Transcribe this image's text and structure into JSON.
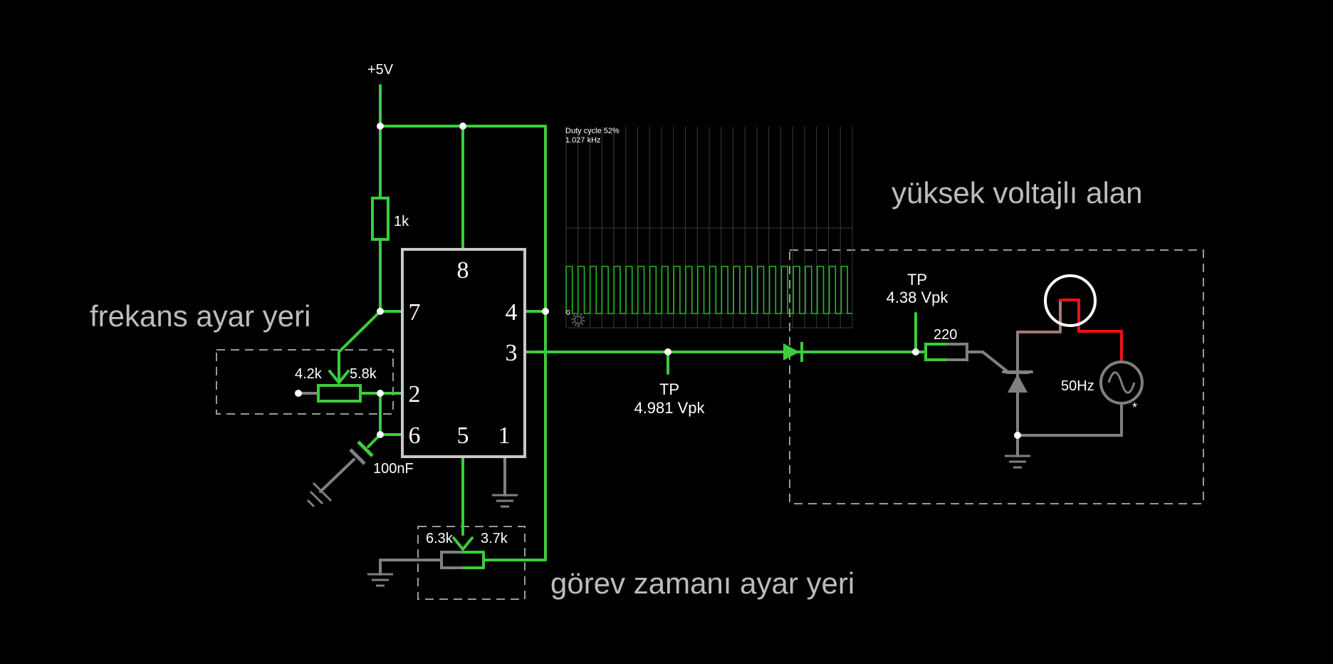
{
  "colors": {
    "background": "#000000",
    "wire_active": "#3ccc3c",
    "wire_idle": "#808080",
    "wire_hot": "#ee1111",
    "ic_outline": "#c8c8c8",
    "box_dashed": "#9a9a9a",
    "scope_trace": "#22bb22",
    "scope_grid": "#3a3a3a"
  },
  "supply": {
    "label": "+5V"
  },
  "ic": {
    "pins": [
      "8",
      "7",
      "4",
      "3",
      "2",
      "6",
      "5",
      "1"
    ]
  },
  "components": {
    "r1": "1k",
    "pot_freq": {
      "left": "4.2k",
      "right": "5.8k"
    },
    "capacitor": "100nF",
    "pot_duty": {
      "left": "6.3k",
      "right": "3.7k"
    },
    "r_gate": "220",
    "ac_source": "50Hz",
    "ac_source_mark": "*"
  },
  "probes": {
    "tp1": {
      "name": "TP",
      "value": "4.981 Vpk"
    },
    "tp2": {
      "name": "TP",
      "value": "4.38 Vpk"
    }
  },
  "scope": {
    "duty_cycle": "Duty cycle 52%",
    "frequency": "1.027 kHz",
    "zero_label": "0",
    "settings_icon": "gear-icon"
  },
  "regions": {
    "frequency": "frekans ayar yeri",
    "duty": "görev zamanı ayar yeri",
    "high_voltage": "yüksek voltajlı alan"
  }
}
